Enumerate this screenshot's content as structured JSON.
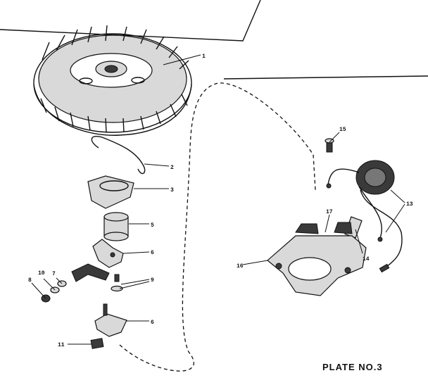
{
  "plate_label": "PLATE NO.3",
  "callouts": {
    "c1": "1",
    "c2": "2",
    "c3": "3",
    "c5": "5",
    "c6a": "6",
    "c9": "9",
    "c6b": "6",
    "c7": "7",
    "c8": "8",
    "c10": "10",
    "c11": "11",
    "c13": "13",
    "c14": "14",
    "c15": "15",
    "c16": "16",
    "c17": "17"
  }
}
